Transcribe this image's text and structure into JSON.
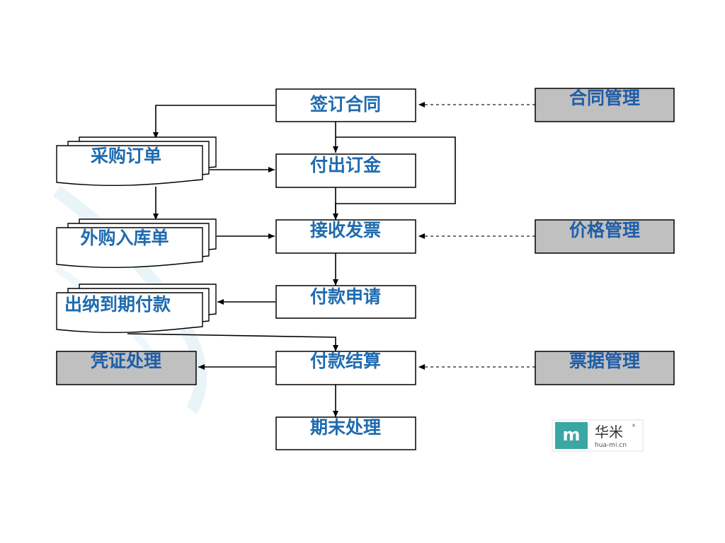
{
  "nodes": {
    "sign_contract": "签订合同",
    "pay_deposit": "付出订金",
    "receive_invoice": "接收发票",
    "payment_request": "付款申请",
    "payment_settlement": "付款结算",
    "period_end": "期末处理",
    "contract_mgmt": "合同管理",
    "price_mgmt": "价格管理",
    "bill_mgmt": "票据管理",
    "voucher": "凭证处理"
  },
  "documents": {
    "purchase_order": "采购订单",
    "inbound_receipt": "外购入库单",
    "cashier_due_payment": "出纳到期付款"
  },
  "logo": {
    "mark": "m",
    "cn": "华米",
    "en": "hua-mi.cn",
    "registered": "®"
  },
  "colors": {
    "node_fill": "#ffffff",
    "gray_fill": "#c0c0c0",
    "text": "#1f6bb0",
    "line": "#000000",
    "logo_teal": "#3aa7a3"
  }
}
